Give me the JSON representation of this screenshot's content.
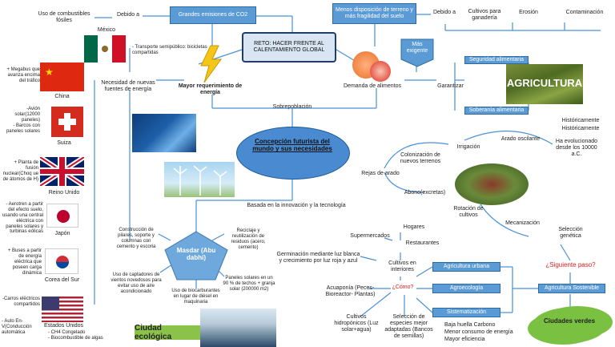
{
  "colors": {
    "line": "#4a90d9",
    "box": "#5b9bd5",
    "center": "#4a8ad0",
    "red": "#e0201c",
    "green": "#7ac142",
    "pentagon": "#6fa8dc"
  },
  "top": {
    "uso_combustibles": "Uso de combustibles fósiles",
    "debido_a_1": "Debido a",
    "grandes_emisiones": "Grandes emisiones de CO2",
    "menos_disposicion": "Menos disposición de terreno y más fragilidad del suelo",
    "debido_a_2": "Debido a",
    "cultivos_ganaderia": "Cultivos para ganadería",
    "erosion": "Erosión",
    "contaminacion": "Contaminación"
  },
  "reto": "RETO: HACER FRENTE AL CALENTAMIENTO GLOBAL",
  "mexico": {
    "name": "México",
    "text": "- Transporte semipúblico: bicicletas compartidas"
  },
  "energia": {
    "necesidad": "Necesidad de nuevas fuentes de energía",
    "mayor": "Mayor requerimiento de energía"
  },
  "demanda": "Demanda de alimentos",
  "mas_exigente": "Más exigente",
  "garantizar": "Garantizar",
  "seguridad": "Seguridad alimentaria",
  "soberania": "Soberanía alimentaria",
  "agricultura": "AGRICULTURA",
  "historicamente_1": "Históricamente",
  "historicamente_2": "Históricamente",
  "ha_evolucionado": "Ha evolucionado desde los 10000 a.C.",
  "sobrepoblacion": "Sobrepoblación",
  "concepcion": "Concepción futurista del mundo y sus necesidades",
  "basada": "Basada en la innovación y la tecnología",
  "countries": [
    {
      "key": "china",
      "text": "+ Megabus que avanza encima del tráfico",
      "name": "China"
    },
    {
      "key": "suiza",
      "text": "-Avión solar(12000 paneles)\n- Barcos con paneles solares",
      "name": "Suiza"
    },
    {
      "key": "uk",
      "text": "+ Planta de fusión nuclear(Choq ue de átomos de H)",
      "name": "Reino Unido"
    },
    {
      "key": "japon",
      "text": "- Aerotren a partir del efecto suelo, usando una central eléctrica con paneles solares y turbinas eólicas",
      "name": "Japón"
    },
    {
      "key": "corea",
      "text": "+ Buses a partir de energía eléctrica que poseen carga dinámica",
      "name": "Corea del Sur"
    },
    {
      "key": "usa",
      "text": "-Carros eléctricos compartidos",
      "name": "Estados Unidos"
    }
  ],
  "usa_extra": "- Auto En- V(Conducción automática",
  "usa_bottom": "- CH4 Congelado\n- Biocombustible de algas",
  "masdar": {
    "title": "Masdar (Abu dabhi)",
    "construccion": "Construcción de pilares, soporte y columnas con cemento y escoria",
    "reciclaje": "Reciclaje y reutilización de residuos (acero, cemento)",
    "captadores": "Uso de captadores de vientos novedosos para evitar uso de aire acondicionado",
    "biocarburantes": "Uso de biocarburantes en lugar de diésel en maquinaria",
    "paneles": "Paneles solares en un 90 % de techos + granja solar (200000 m2)"
  },
  "ciudad_ecologica": "Ciudad ecológica",
  "agri": {
    "irrigacion": "Irrigación",
    "arado": "Arado oscilante",
    "colonizacion": "Colonización de nuevos terrenos",
    "rejas": "Rejas de arado",
    "abono": "Abono(excretas)",
    "rotacion": "Rotación de cultivos",
    "mecanizacion": "Mecanización",
    "seleccion": "Selección genética",
    "siguiente": "¿Siguiente paso?",
    "sostenible": "Agricultura Sostenible",
    "urbana": "Agricultura urbana",
    "agroecologia": "Agroecología",
    "sistematizacion": "Sistematización",
    "ciudades_verdes": "Ciudades verdes",
    "huella": "Baja huella Carbono\nMenor consumo de energía\nMayor eficiencia",
    "hogares": "Hogares",
    "supermercados": "Supermercados",
    "restaurantes": "Restaurantes",
    "cultivos_interiores": "Cultivos en interiores",
    "como": "¿Cómo?",
    "germinacion": "Germinación mediante luz blanca y crecimiento por luz roja y azul",
    "acuaponia": "Acuaponía (Peces-Bioreactor- Plantas)",
    "hidroponicos": "Cultivos hidropónicos (Luz solar+agua)",
    "especies": "Selección de especies mejor adaptadas (Bancos de semillas)"
  }
}
